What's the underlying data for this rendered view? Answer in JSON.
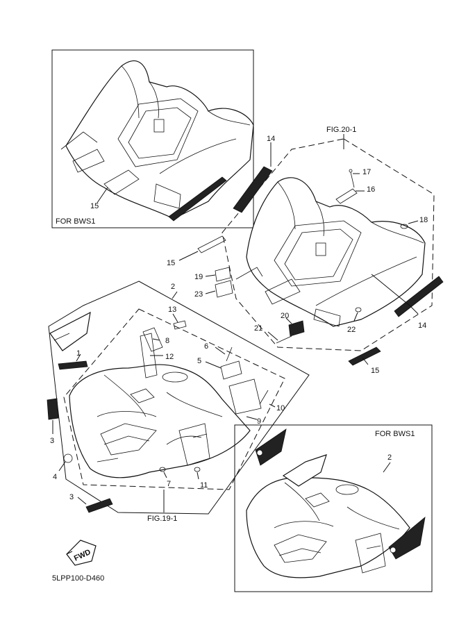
{
  "insets": {
    "top_left_label": "FOR BWS1",
    "bottom_right_label": "FOR BWS1"
  },
  "figures": {
    "fig20": "FIG.20-1",
    "fig19": "FIG.19-1"
  },
  "direction": "FWD",
  "drawing_code": "5LPP100-D460",
  "callouts": [
    "1",
    "2",
    "3",
    "4",
    "5",
    "6",
    "7",
    "8",
    "9",
    "10",
    "11",
    "12",
    "13",
    "14",
    "15",
    "16",
    "17",
    "18",
    "19",
    "20",
    "21",
    "22",
    "23"
  ]
}
